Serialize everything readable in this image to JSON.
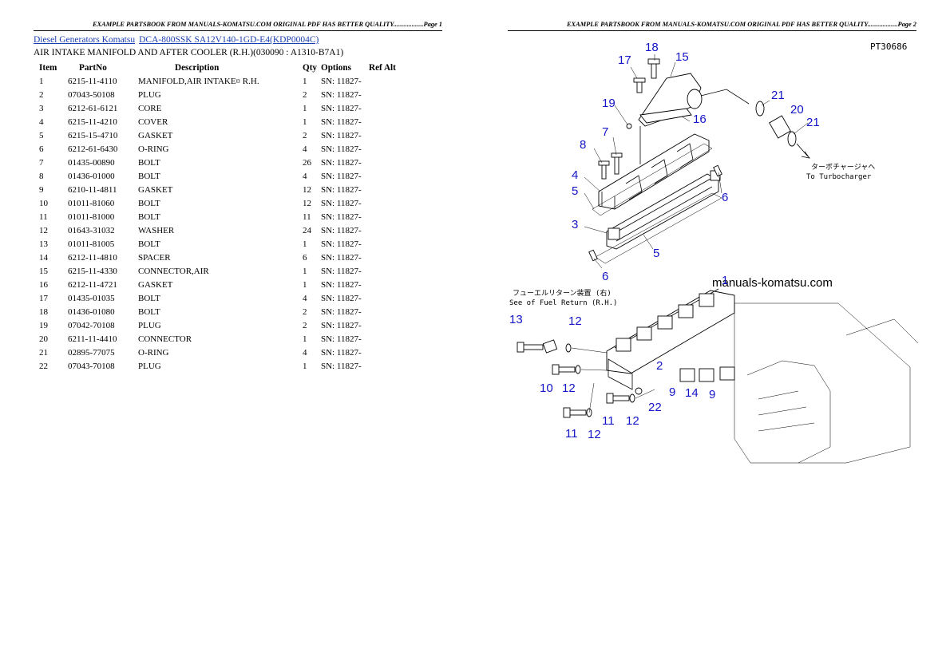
{
  "header_left": "EXAMPLE PARTSBOOK FROM MANUALS-KOMATSU.COM ORIGINAL PDF HAS BETTER QUALITY..................Page 1",
  "header_right": "EXAMPLE PARTSBOOK FROM MANUALS-KOMATSU.COM ORIGINAL PDF HAS BETTER QUALITY..................Page 2",
  "breadcrumb": {
    "category": "Diesel Generators Komatsu",
    "model": "DCA-800SSK SA12V140-1GD-E4(KDP0004C)"
  },
  "subtitle": "AIR INTAKE MANIFOLD AND AFTER COOLER (R.H.)(030090 : A1310-B7A1)",
  "columns": [
    "Item",
    "PartNo",
    "Description",
    "Qty",
    "Options",
    "Ref Alt"
  ],
  "rows": [
    {
      "item": "1",
      "part_no": "6215-11-4110",
      "description": "MANIFOLD,AIR INTAKE¤ R.H.",
      "qty": "1",
      "options": "SN: 11827-",
      "ref_alt": ""
    },
    {
      "item": "2",
      "part_no": "07043-50108",
      "description": "PLUG",
      "qty": "2",
      "options": "SN: 11827-",
      "ref_alt": ""
    },
    {
      "item": "3",
      "part_no": "6212-61-6121",
      "description": "CORE",
      "qty": "1",
      "options": "SN: 11827-",
      "ref_alt": ""
    },
    {
      "item": "4",
      "part_no": "6215-11-4210",
      "description": "COVER",
      "qty": "1",
      "options": "SN: 11827-",
      "ref_alt": ""
    },
    {
      "item": "5",
      "part_no": "6215-15-4710",
      "description": "GASKET",
      "qty": "2",
      "options": "SN: 11827-",
      "ref_alt": ""
    },
    {
      "item": "6",
      "part_no": "6212-61-6430",
      "description": "O-RING",
      "qty": "4",
      "options": "SN: 11827-",
      "ref_alt": ""
    },
    {
      "item": "7",
      "part_no": "01435-00890",
      "description": "BOLT",
      "qty": "26",
      "options": "SN: 11827-",
      "ref_alt": ""
    },
    {
      "item": "8",
      "part_no": "01436-01000",
      "description": "BOLT",
      "qty": "4",
      "options": "SN: 11827-",
      "ref_alt": ""
    },
    {
      "item": "9",
      "part_no": "6210-11-4811",
      "description": "GASKET",
      "qty": "12",
      "options": "SN: 11827-",
      "ref_alt": ""
    },
    {
      "item": "10",
      "part_no": "01011-81060",
      "description": "BOLT",
      "qty": "12",
      "options": "SN: 11827-",
      "ref_alt": ""
    },
    {
      "item": "11",
      "part_no": "01011-81000",
      "description": "BOLT",
      "qty": "11",
      "options": "SN: 11827-",
      "ref_alt": ""
    },
    {
      "item": "12",
      "part_no": "01643-31032",
      "description": "WASHER",
      "qty": "24",
      "options": "SN: 11827-",
      "ref_alt": ""
    },
    {
      "item": "13",
      "part_no": "01011-81005",
      "description": "BOLT",
      "qty": "1",
      "options": "SN: 11827-",
      "ref_alt": ""
    },
    {
      "item": "14",
      "part_no": "6212-11-4810",
      "description": "SPACER",
      "qty": "6",
      "options": "SN: 11827-",
      "ref_alt": ""
    },
    {
      "item": "15",
      "part_no": "6215-11-4330",
      "description": "CONNECTOR,AIR",
      "qty": "1",
      "options": "SN: 11827-",
      "ref_alt": ""
    },
    {
      "item": "16",
      "part_no": "6212-11-4721",
      "description": "GASKET",
      "qty": "1",
      "options": "SN: 11827-",
      "ref_alt": ""
    },
    {
      "item": "17",
      "part_no": "01435-01035",
      "description": "BOLT",
      "qty": "4",
      "options": "SN: 11827-",
      "ref_alt": ""
    },
    {
      "item": "18",
      "part_no": "01436-01080",
      "description": "BOLT",
      "qty": "2",
      "options": "SN: 11827-",
      "ref_alt": ""
    },
    {
      "item": "19",
      "part_no": "07042-70108",
      "description": "PLUG",
      "qty": "2",
      "options": "SN: 11827-",
      "ref_alt": ""
    },
    {
      "item": "20",
      "part_no": "6211-11-4410",
      "description": "CONNECTOR",
      "qty": "1",
      "options": "SN: 11827-",
      "ref_alt": ""
    },
    {
      "item": "21",
      "part_no": "02895-77075",
      "description": "O-RING",
      "qty": "4",
      "options": "SN: 11827-",
      "ref_alt": ""
    },
    {
      "item": "22",
      "part_no": "07043-70108",
      "description": "PLUG",
      "qty": "1",
      "options": "SN: 11827-",
      "ref_alt": ""
    }
  ],
  "diagram": {
    "plate_number": "PT30686",
    "watermark": "manuals-komatsu.com",
    "note_turbo_jp": "ターボチャージャヘ",
    "note_turbo_en": "To Turbocharger",
    "note_fuel_jp": "フューエルリターン装置 (右)",
    "note_fuel_en": "See of Fuel Return (R.H.)",
    "callouts": [
      "18",
      "15",
      "17",
      "21",
      "20",
      "19",
      "16",
      "21",
      "7",
      "8",
      "4",
      "5",
      "6",
      "3",
      "5",
      "6",
      "1",
      "13",
      "12",
      "2",
      "10",
      "12",
      "9",
      "14",
      "9",
      "11",
      "12",
      "22",
      "11",
      "12"
    ]
  }
}
